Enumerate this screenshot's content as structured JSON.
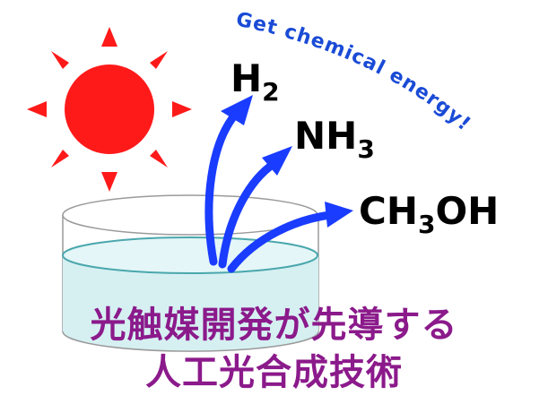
{
  "products": [
    {
      "main": "H",
      "sub": "2",
      "tail": ""
    },
    {
      "main": "NH",
      "sub": "3",
      "tail": ""
    },
    {
      "main": "CH",
      "sub": "3",
      "tail": "OH"
    }
  ],
  "slogan": "Get chemical energy!",
  "caption": {
    "line1": "光触媒開発が先導する",
    "line2": "人工光合成技術"
  },
  "colors": {
    "sun": "#ff1a1a",
    "arrows": "#1a3cff",
    "slogan": "#1a4bd6",
    "water": "#d6f0f2",
    "caption": "#8b1a8b"
  }
}
